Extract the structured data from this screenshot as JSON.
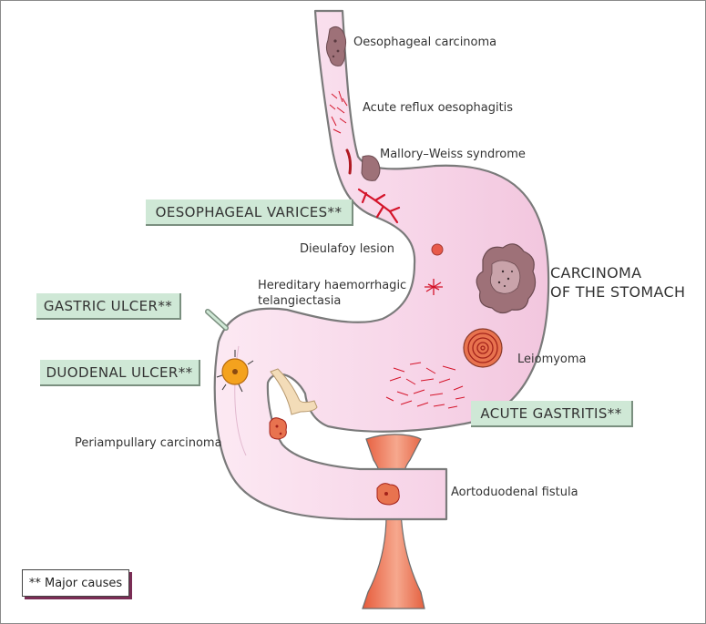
{
  "labels": {
    "oesophageal_carcinoma": "Oesophageal carcinoma",
    "acute_reflux": "Acute reflux oesophagitis",
    "mallory_weiss": "Mallory–Weiss syndrome",
    "dieulafoy": "Dieulafoy  lesion",
    "hereditary_line1": "Hereditary haemorrhagic",
    "hereditary_line2": "telangiectasia",
    "carcinoma_stomach_line1": "CARCINOMA",
    "carcinoma_stomach_line2": "OF THE STOMACH",
    "leiomyoma": "Leiomyoma",
    "periampullary": "Periampullary  carcinoma",
    "aortoduodenal": "Aortoduodenal fistula"
  },
  "boxes": {
    "varices": "OESOPHAGEAL VARICES**",
    "gastric_ulcer": "GASTRIC ULCER**",
    "duodenal_ulcer": "DUODENAL ULCER**",
    "acute_gastritis": "ACUTE GASTRITIS**"
  },
  "legend": "** Major causes",
  "colors": {
    "stomach_fill": "#f6d2e6",
    "outline": "#7a7a7a",
    "box_fill": "#cfe8d6",
    "lesion_red": "#d4142a",
    "aorta": "#e8734f"
  }
}
